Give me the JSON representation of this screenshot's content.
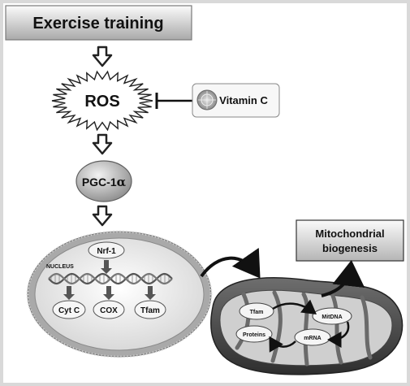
{
  "nodes": {
    "exercise": "Exercise training",
    "ros": "ROS",
    "vitamin_c": "Vitamin C",
    "pgc": "PGC-1",
    "pgc_greek": "α",
    "nucleus": "NUCLEUS",
    "nrf1": "Nrf-1",
    "cytc": "Cyt C",
    "cox": "COX",
    "tfam": "Tfam",
    "mito_bio_line1": "Mitochondrial",
    "mito_bio_line2": "biogenesis",
    "mito_tfam": "Tfam",
    "mito_mitdna": "MitDNA",
    "mito_proteins": "Proteins",
    "mito_mrna": "mRNA"
  },
  "colors": {
    "box_light": "#fafafa",
    "box_dark": "#9a9a9a",
    "nucleus_ring": "#9b9b9b",
    "mito_outer": "#555555",
    "mito_inner": "#bdbdbd",
    "arrow": "#111111"
  }
}
